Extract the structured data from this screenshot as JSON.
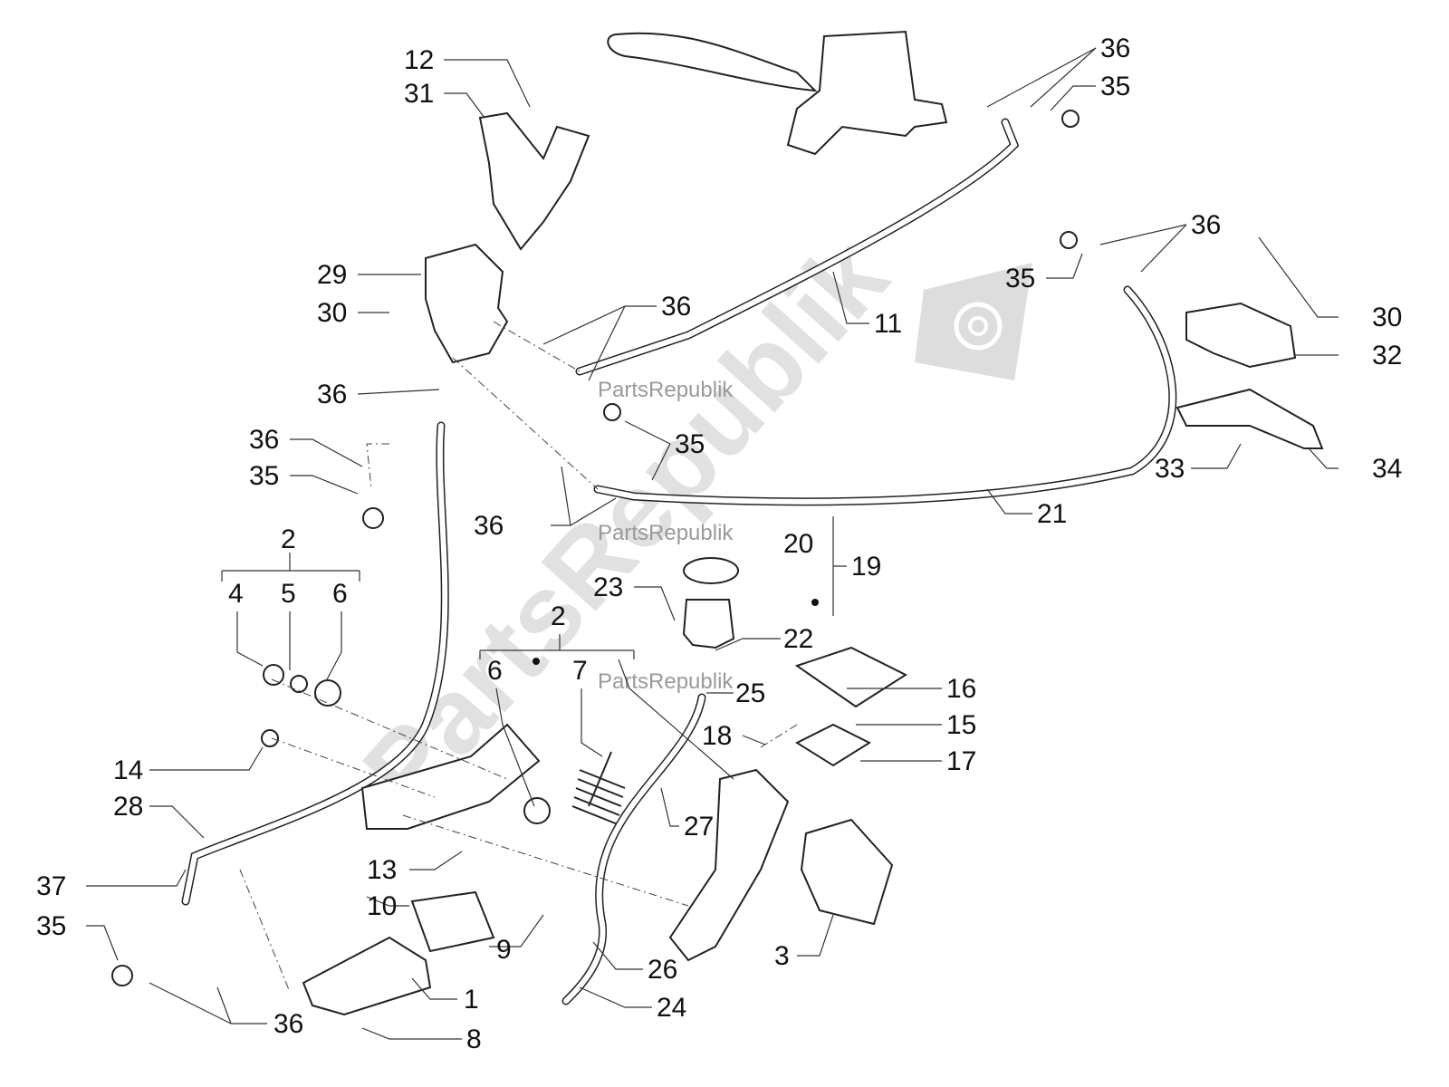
{
  "watermark": {
    "big": "PartsRepublik",
    "small": [
      "PartsRepublik",
      "PartsRepublik",
      "PartsRepublik"
    ]
  },
  "labels": [
    {
      "id": "l1",
      "text": "1"
    },
    {
      "id": "l2a",
      "text": "2"
    },
    {
      "id": "l2b",
      "text": "2"
    },
    {
      "id": "l3",
      "text": "3"
    },
    {
      "id": "l4",
      "text": "4"
    },
    {
      "id": "l5",
      "text": "5"
    },
    {
      "id": "l6a",
      "text": "6"
    },
    {
      "id": "l6b",
      "text": "6"
    },
    {
      "id": "l7",
      "text": "7"
    },
    {
      "id": "l8",
      "text": "8"
    },
    {
      "id": "l9",
      "text": "9"
    },
    {
      "id": "l10",
      "text": "10"
    },
    {
      "id": "l11",
      "text": "11"
    },
    {
      "id": "l12",
      "text": "12"
    },
    {
      "id": "l13",
      "text": "13"
    },
    {
      "id": "l14",
      "text": "14"
    },
    {
      "id": "l15",
      "text": "15"
    },
    {
      "id": "l16",
      "text": "16"
    },
    {
      "id": "l17",
      "text": "17"
    },
    {
      "id": "l18",
      "text": "18"
    },
    {
      "id": "l19",
      "text": "19"
    },
    {
      "id": "l20",
      "text": "20"
    },
    {
      "id": "l21",
      "text": "21"
    },
    {
      "id": "l22",
      "text": "22"
    },
    {
      "id": "l23",
      "text": "23"
    },
    {
      "id": "l24",
      "text": "24"
    },
    {
      "id": "l25",
      "text": "25"
    },
    {
      "id": "l26",
      "text": "26"
    },
    {
      "id": "l27",
      "text": "27"
    },
    {
      "id": "l28",
      "text": "28"
    },
    {
      "id": "l29",
      "text": "29"
    },
    {
      "id": "l30a",
      "text": "30"
    },
    {
      "id": "l30b",
      "text": "30"
    },
    {
      "id": "l31",
      "text": "31"
    },
    {
      "id": "l32",
      "text": "32"
    },
    {
      "id": "l33",
      "text": "33"
    },
    {
      "id": "l34",
      "text": "34"
    },
    {
      "id": "l35a",
      "text": "35"
    },
    {
      "id": "l35b",
      "text": "35"
    },
    {
      "id": "l35c",
      "text": "35"
    },
    {
      "id": "l35d",
      "text": "35"
    },
    {
      "id": "l35e",
      "text": "35"
    },
    {
      "id": "l36a",
      "text": "36"
    },
    {
      "id": "l36b",
      "text": "36"
    },
    {
      "id": "l36c",
      "text": "36"
    },
    {
      "id": "l36d",
      "text": "36"
    },
    {
      "id": "l36e",
      "text": "36"
    },
    {
      "id": "l36f",
      "text": "36"
    },
    {
      "id": "l36g",
      "text": "36"
    },
    {
      "id": "l37",
      "text": "37"
    }
  ],
  "icons": [
    "gear-icon"
  ]
}
